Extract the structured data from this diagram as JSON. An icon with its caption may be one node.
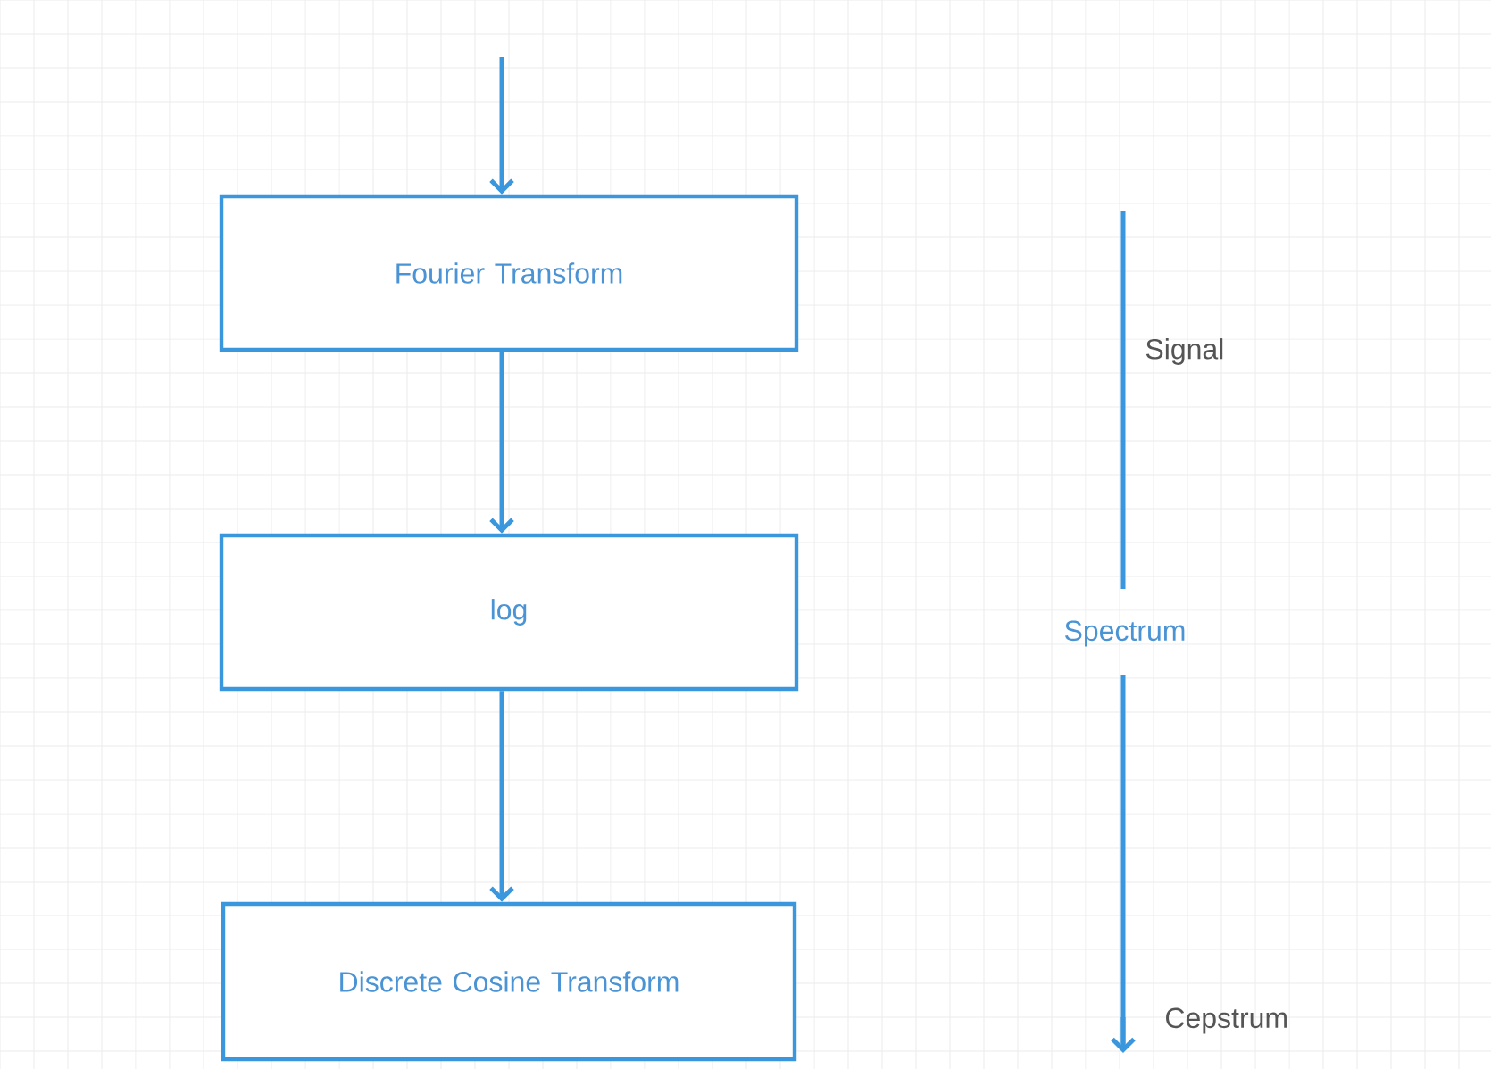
{
  "diagram": {
    "nodes": [
      {
        "text": [
          "Fourier Transform"
        ]
      },
      {
        "text": [
          "log"
        ]
      },
      {
        "text": [
          "Discrete Cosine Transform"
        ]
      }
    ],
    "edges": [
      {
        "from": null,
        "to": 0,
        "arrow": "to"
      },
      {
        "from": 0,
        "to": 1,
        "arrow": "to"
      },
      {
        "from": 1,
        "to": 2,
        "arrow": "to"
      }
    ],
    "labels": [
      "Signal",
      "Spectrum",
      "Cepstrum"
    ]
  }
}
